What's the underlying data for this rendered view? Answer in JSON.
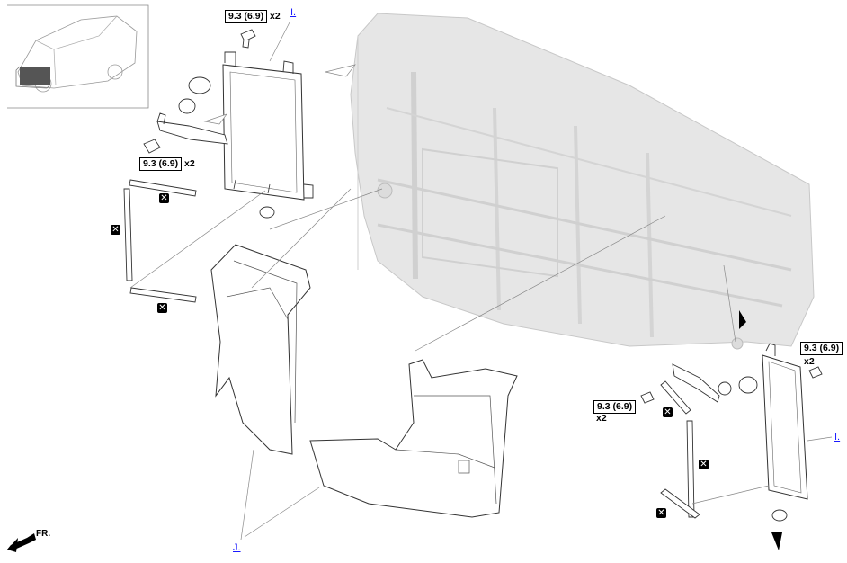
{
  "torque": {
    "t1": {
      "value": "9.3 (6.9)",
      "qty": "x2"
    },
    "t2": {
      "value": "9.3 (6.9)",
      "qty": "x2"
    },
    "t3": {
      "value": "9.3 (6.9)",
      "qty": "x2"
    },
    "t4": {
      "value": "9.3 (6.9)",
      "qty": "x2"
    }
  },
  "callouts": {
    "i_top": "I.",
    "i_right": "I.",
    "j_bottom": "J."
  },
  "front_label": "FR.",
  "icons": {
    "non_reusable": "non-reusable-part-icon",
    "arrow": "front-direction-arrow-icon"
  },
  "colors": {
    "line": "#333333",
    "ghost_part": "#e6e6e6",
    "ghost_stroke": "#c8c8c8",
    "link": "#1a1aff"
  }
}
